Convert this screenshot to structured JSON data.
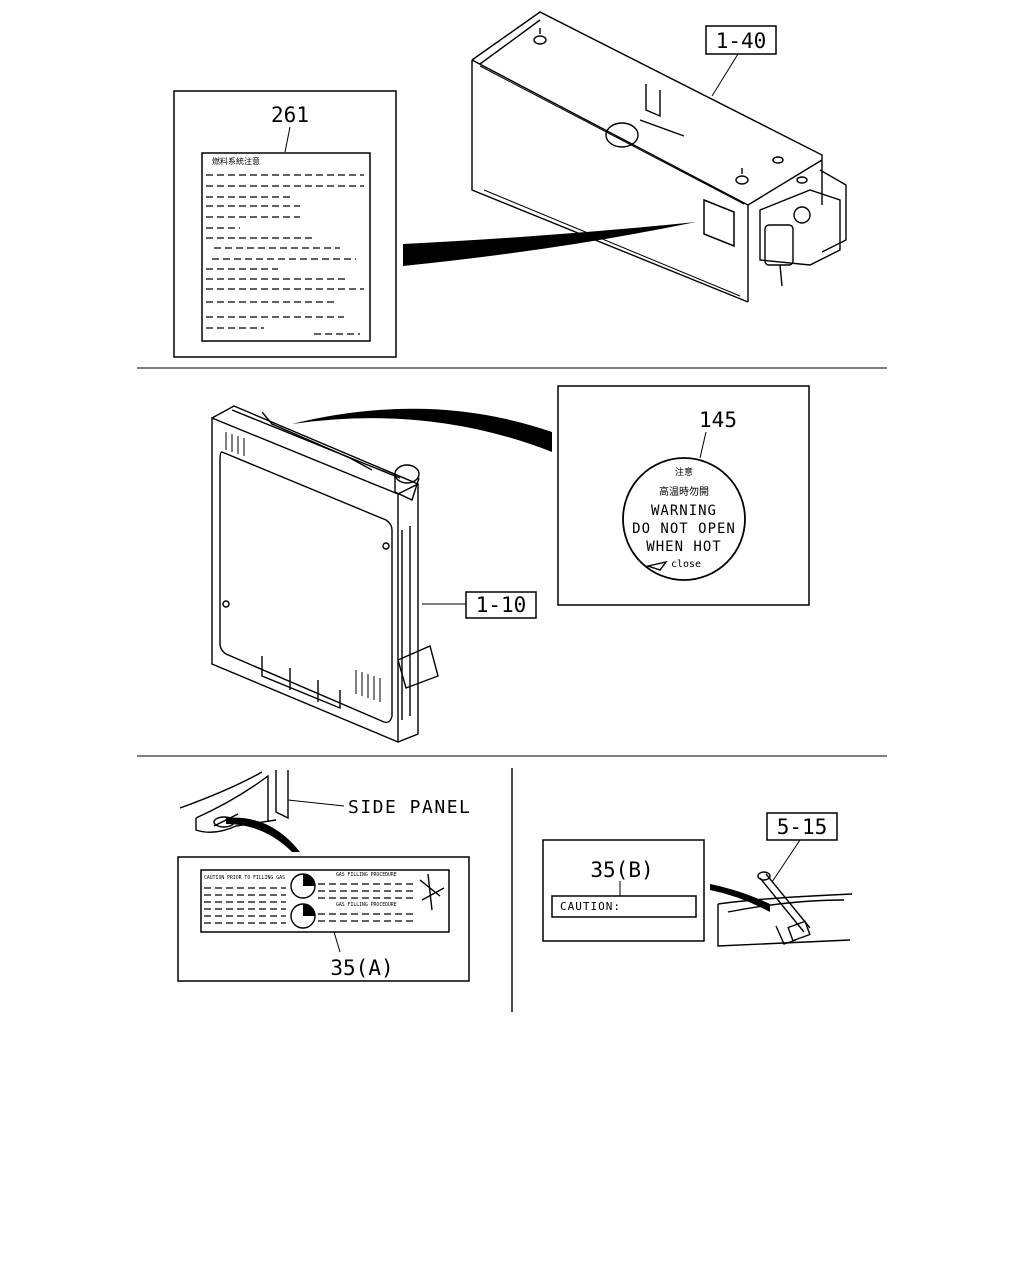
{
  "callouts": {
    "fuel_tank": "1-40",
    "fuel_tank_label": "261",
    "radiator": "1-10",
    "radiator_cap_label": "145",
    "side_panel": "SIDE PANEL",
    "label_a": "35(A)",
    "label_b": "35(B)",
    "fuel_cap_part": "5-15"
  },
  "label_261": {
    "heading": "燃料系統注意"
  },
  "cap_label_145": {
    "line_jp_1": "注意",
    "line_jp_2": "高温時勿開",
    "line_1": "WARNING",
    "line_2": "DO NOT OPEN",
    "line_3": "WHEN HOT",
    "line_4": "close"
  },
  "label_35a": {
    "left_heading": "CAUTION PRIOR TO FILLING GAS",
    "right_heading_1": "GAS FILLING PROCEDURE",
    "right_heading_2": "GAS FILLING PROCEDURE"
  },
  "label_35b": {
    "text": "CAUTION:"
  }
}
